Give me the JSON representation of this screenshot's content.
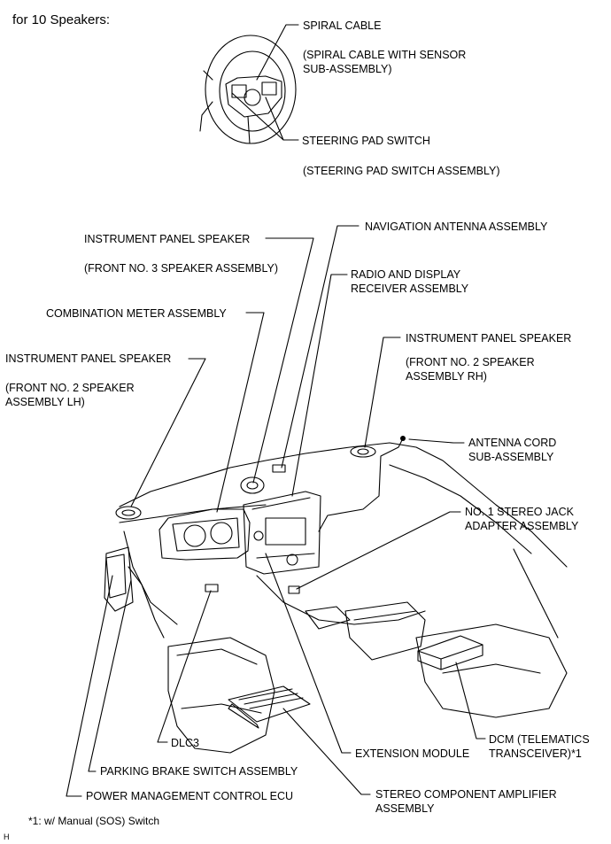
{
  "header": "for 10 Speakers:",
  "labels": {
    "spiral_cable": "SPIRAL CABLE",
    "spiral_cable_sub_1": "(SPIRAL CABLE WITH SENSOR",
    "spiral_cable_sub_2": "SUB-ASSEMBLY)",
    "steering_pad_switch": "STEERING PAD SWITCH",
    "steering_pad_switch_sub": "(STEERING PAD SWITCH ASSEMBLY)",
    "navigation_antenna": "NAVIGATION ANTENNA ASSEMBLY",
    "ip_speaker_front3": "INSTRUMENT PANEL SPEAKER",
    "ip_speaker_front3_sub": "(FRONT NO. 3 SPEAKER ASSEMBLY)",
    "radio_receiver_1": "RADIO AND DISPLAY",
    "radio_receiver_2": "RECEIVER ASSEMBLY",
    "combination_meter": "COMBINATION METER ASSEMBLY",
    "ip_speaker_rh": "INSTRUMENT PANEL SPEAKER",
    "ip_speaker_rh_sub_1": "(FRONT NO. 2 SPEAKER",
    "ip_speaker_rh_sub_2": "ASSEMBLY RH)",
    "ip_speaker_lh": "INSTRUMENT PANEL SPEAKER",
    "ip_speaker_lh_sub_1": "(FRONT NO. 2 SPEAKER",
    "ip_speaker_lh_sub_2": "ASSEMBLY LH)",
    "antenna_cord_1": "ANTENNA CORD",
    "antenna_cord_2": "SUB-ASSEMBLY",
    "stereo_jack_1": "NO. 1 STEREO JACK",
    "stereo_jack_2": "ADAPTER ASSEMBLY",
    "dcm_1": "DCM (TELEMATICS",
    "dcm_2": "TRANSCEIVER)*1",
    "dlc3": "DLC3",
    "extension_module": "EXTENSION MODULE",
    "parking_brake": "PARKING BRAKE SWITCH ASSEMBLY",
    "stereo_amp_1": "STEREO COMPONENT AMPLIFIER",
    "stereo_amp_2": "ASSEMBLY",
    "power_mgmt": "POWER MANAGEMENT CONTROL ECU"
  },
  "footnote": "*1: w/ Manual (SOS) Switch",
  "corner_mark": "H"
}
